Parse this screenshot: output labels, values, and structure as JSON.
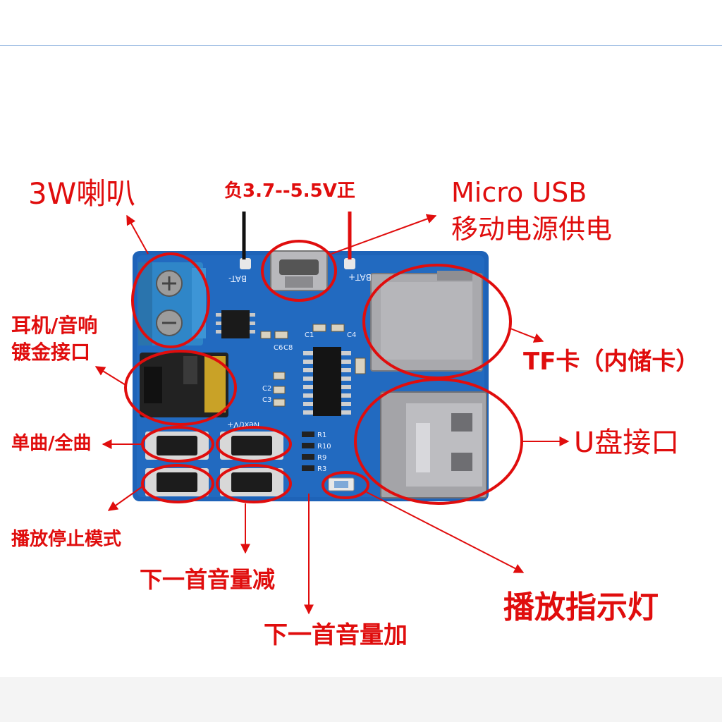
{
  "labels": {
    "speaker": "3W喇叭",
    "power_polarity": "负3.7--5.5V正",
    "micro_usb_title": "Micro USB",
    "micro_usb_desc": "移动电源供电",
    "earphone_line1": "耳机/音响",
    "earphone_line2": "镀金接口",
    "tf_card": "TF卡（内储卡）",
    "usb_port": "U盘接口",
    "single_all": "单曲/全曲",
    "play_pause": "播放停止模式",
    "next_vol_down": "下一首音量减",
    "next_vol_up": "下一首音量加",
    "indicator": "播放指示灯"
  },
  "silkscreen": {
    "bat_minus": "BAT-",
    "bat_plus": "BAT+",
    "c1": "C1",
    "c4": "C4",
    "c6": "C6",
    "c8": "C8",
    "c2": "C2",
    "c3": "C3",
    "r1": "R1",
    "r10": "R10",
    "r9": "R9",
    "r3": "R3",
    "next_text": "Next/V+"
  },
  "colors": {
    "annotation": "#e00d0d",
    "pcb": "#1e63b8",
    "terminal": "#2f86c8",
    "metal": "#a9a9ad"
  }
}
